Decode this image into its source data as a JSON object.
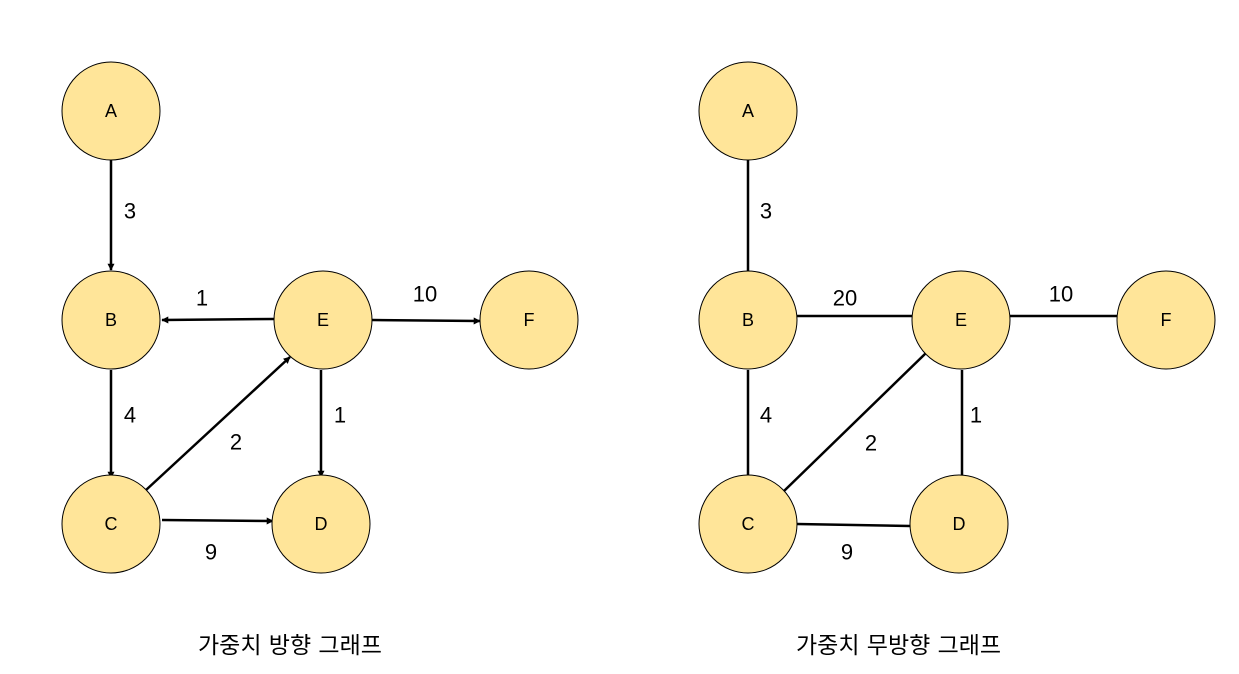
{
  "colors": {
    "node_fill": "#FFE599",
    "edge": "#000000"
  },
  "graphs": [
    {
      "caption": "가중치 방향 그래프",
      "directed": true,
      "nodes": [
        "A",
        "B",
        "C",
        "D",
        "E",
        "F"
      ],
      "edges": [
        {
          "from": "A",
          "to": "B",
          "weight": "3"
        },
        {
          "from": "E",
          "to": "B",
          "weight": "1"
        },
        {
          "from": "E",
          "to": "F",
          "weight": "10"
        },
        {
          "from": "B",
          "to": "C",
          "weight": "4"
        },
        {
          "from": "C",
          "to": "E",
          "weight": "2"
        },
        {
          "from": "E",
          "to": "D",
          "weight": "1"
        },
        {
          "from": "C",
          "to": "D",
          "weight": "9"
        }
      ]
    },
    {
      "caption": "가중치 무방향 그래프",
      "directed": false,
      "nodes": [
        "A",
        "B",
        "C",
        "D",
        "E",
        "F"
      ],
      "edges": [
        {
          "from": "A",
          "to": "B",
          "weight": "3"
        },
        {
          "from": "B",
          "to": "E",
          "weight": "20"
        },
        {
          "from": "E",
          "to": "F",
          "weight": "10"
        },
        {
          "from": "B",
          "to": "C",
          "weight": "4"
        },
        {
          "from": "C",
          "to": "E",
          "weight": "2"
        },
        {
          "from": "E",
          "to": "D",
          "weight": "1"
        },
        {
          "from": "C",
          "to": "D",
          "weight": "9"
        }
      ]
    }
  ]
}
